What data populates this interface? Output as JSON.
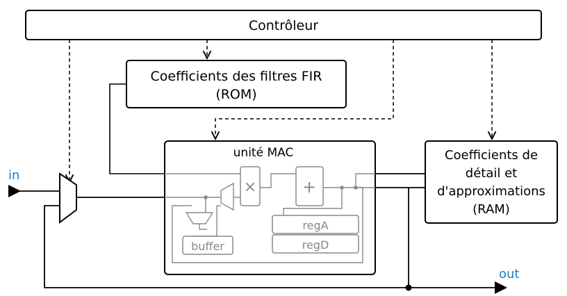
{
  "blocks": {
    "controller": "Contrôleur",
    "rom_line1": "Coefficients des filtres FIR",
    "rom_line2": "(ROM)",
    "mac_title": "unité MAC",
    "ram_line1": "Coefficients de",
    "ram_line2": "détail et",
    "ram_line3": "d'approximations",
    "ram_line4": "(RAM)",
    "multiply_symbol": "×",
    "add_symbol": "+",
    "reg_a": "regA",
    "reg_d": "regD",
    "buffer": "buffer"
  },
  "ports": {
    "input": "in",
    "output": "out"
  },
  "colors": {
    "port_label": "#1f7fc4",
    "internal": "#888888"
  }
}
